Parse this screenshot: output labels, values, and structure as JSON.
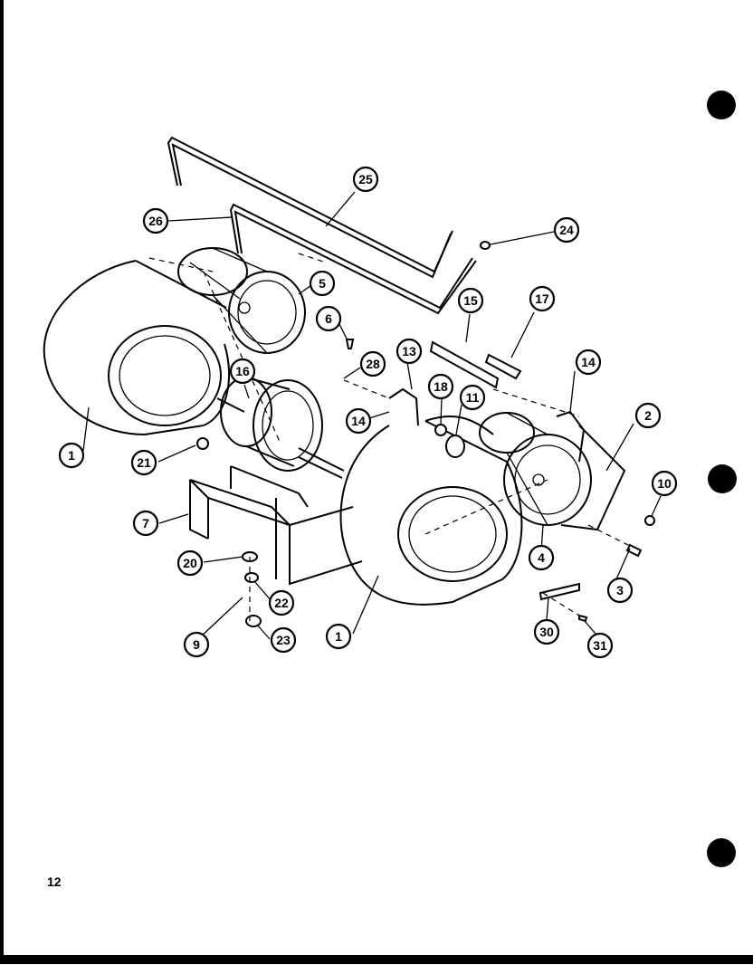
{
  "page": {
    "number": "12"
  },
  "callouts": [
    "1",
    "1",
    "2",
    "3",
    "4",
    "5",
    "6",
    "7",
    "9",
    "10",
    "11",
    "13",
    "14",
    "14",
    "15",
    "16",
    "17",
    "18",
    "20",
    "21",
    "22",
    "23",
    "24",
    "25",
    "26",
    "28",
    "30",
    "31"
  ]
}
